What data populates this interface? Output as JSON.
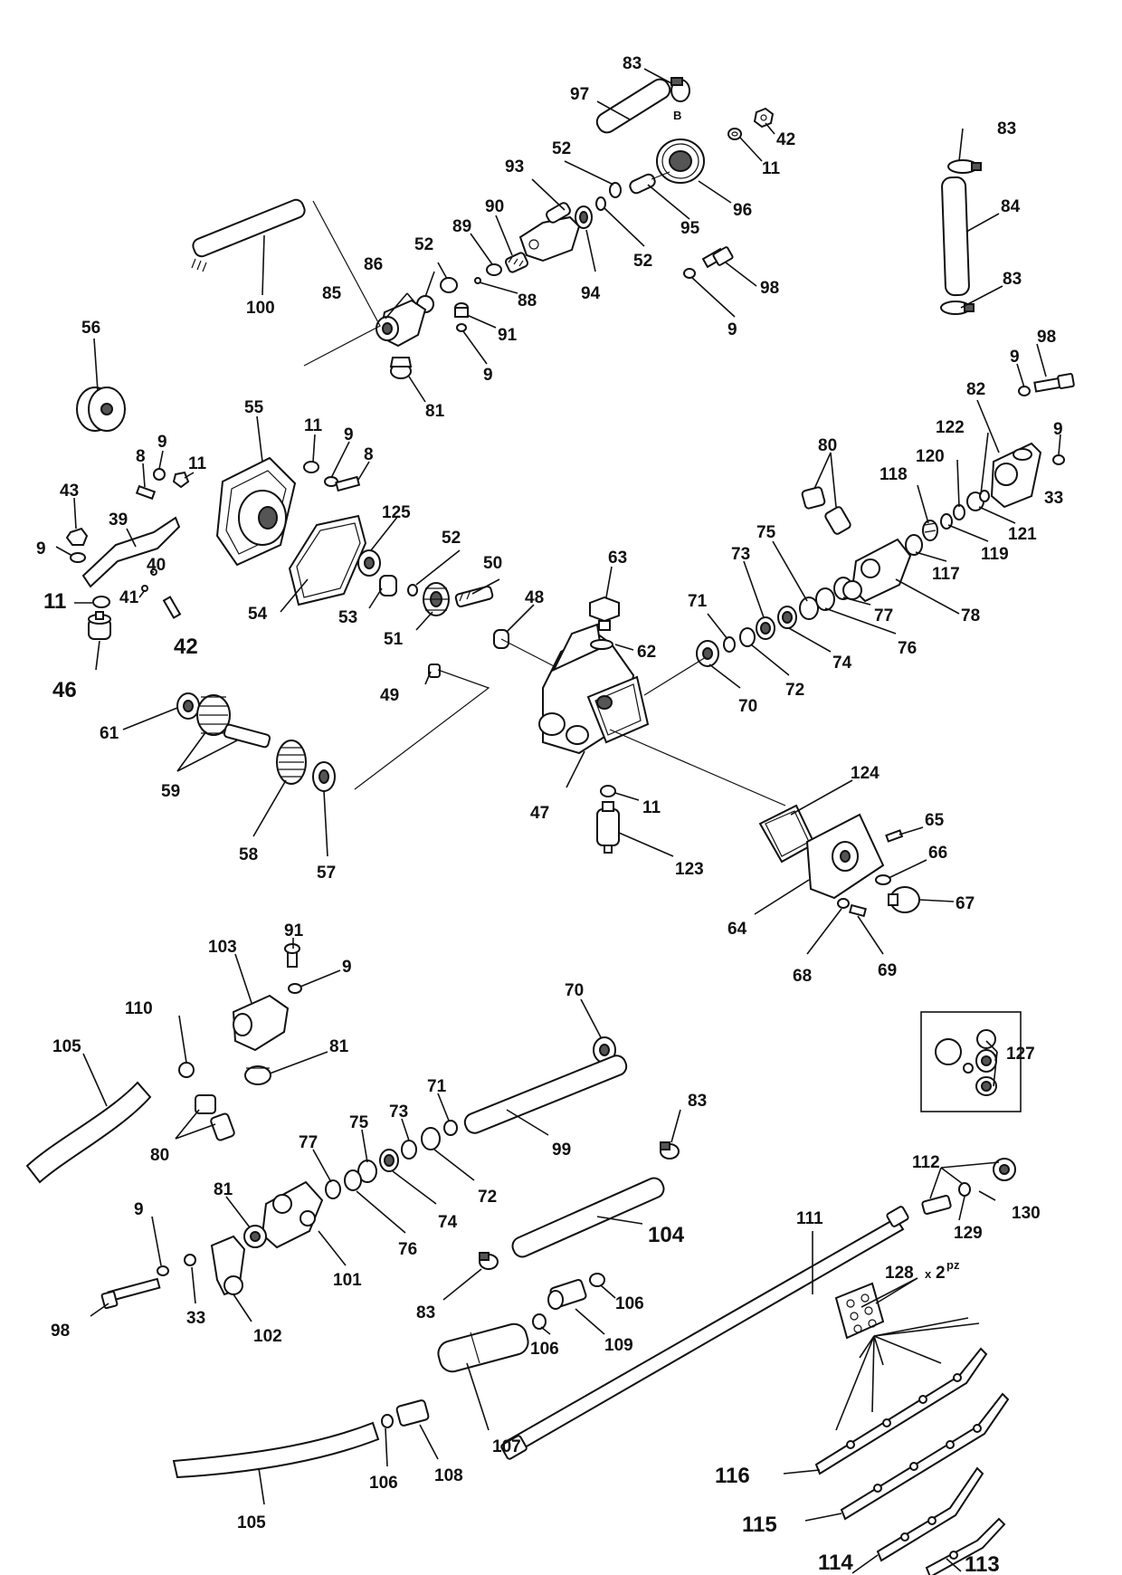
{
  "diagram": {
    "kit_box_label": "127",
    "labels": [
      {
        "id": "83a",
        "text": "83"
      },
      {
        "id": "97",
        "text": "97"
      },
      {
        "id": "B",
        "text": "B"
      },
      {
        "id": "42a",
        "text": "42"
      },
      {
        "id": "11a",
        "text": "11"
      },
      {
        "id": "83b",
        "text": "83"
      },
      {
        "id": "84",
        "text": "84"
      },
      {
        "id": "83c",
        "text": "83"
      },
      {
        "id": "96",
        "text": "96"
      },
      {
        "id": "52a",
        "text": "52"
      },
      {
        "id": "93",
        "text": "93"
      },
      {
        "id": "95",
        "text": "95"
      },
      {
        "id": "52b",
        "text": "52"
      },
      {
        "id": "89",
        "text": "89"
      },
      {
        "id": "90",
        "text": "90"
      },
      {
        "id": "94",
        "text": "94"
      },
      {
        "id": "98a",
        "text": "98"
      },
      {
        "id": "9a",
        "text": "9"
      },
      {
        "id": "52c",
        "text": "52"
      },
      {
        "id": "86",
        "text": "86"
      },
      {
        "id": "88",
        "text": "88"
      },
      {
        "id": "85",
        "text": "85"
      },
      {
        "id": "91a",
        "text": "91"
      },
      {
        "id": "9b",
        "text": "9"
      },
      {
        "id": "100",
        "text": "100"
      },
      {
        "id": "81a",
        "text": "81"
      },
      {
        "id": "56",
        "text": "56"
      },
      {
        "id": "98b",
        "text": "98"
      },
      {
        "id": "9c",
        "text": "9"
      },
      {
        "id": "82",
        "text": "82"
      },
      {
        "id": "9d",
        "text": "9"
      },
      {
        "id": "33a",
        "text": "33"
      },
      {
        "id": "122",
        "text": "122"
      },
      {
        "id": "120",
        "text": "120"
      },
      {
        "id": "118",
        "text": "118"
      },
      {
        "id": "121",
        "text": "121"
      },
      {
        "id": "119",
        "text": "119"
      },
      {
        "id": "117",
        "text": "117"
      },
      {
        "id": "80a",
        "text": "80"
      },
      {
        "id": "55",
        "text": "55"
      },
      {
        "id": "11b",
        "text": "11"
      },
      {
        "id": "9e",
        "text": "9"
      },
      {
        "id": "8a",
        "text": "8"
      },
      {
        "id": "8b",
        "text": "8"
      },
      {
        "id": "9f",
        "text": "9"
      },
      {
        "id": "11c",
        "text": "11"
      },
      {
        "id": "43",
        "text": "43"
      },
      {
        "id": "39",
        "text": "39"
      },
      {
        "id": "9g",
        "text": "9"
      },
      {
        "id": "40",
        "text": "40"
      },
      {
        "id": "41",
        "text": "41"
      },
      {
        "id": "11d",
        "text": "11"
      },
      {
        "id": "42b",
        "text": "42"
      },
      {
        "id": "46",
        "text": "46"
      },
      {
        "id": "125",
        "text": "125"
      },
      {
        "id": "52d",
        "text": "52"
      },
      {
        "id": "54",
        "text": "54"
      },
      {
        "id": "53",
        "text": "53"
      },
      {
        "id": "51",
        "text": "51"
      },
      {
        "id": "50",
        "text": "50"
      },
      {
        "id": "48",
        "text": "48"
      },
      {
        "id": "63",
        "text": "63"
      },
      {
        "id": "62",
        "text": "62"
      },
      {
        "id": "75a",
        "text": "75"
      },
      {
        "id": "73a",
        "text": "73"
      },
      {
        "id": "71a",
        "text": "71"
      },
      {
        "id": "77a",
        "text": "77"
      },
      {
        "id": "78",
        "text": "78"
      },
      {
        "id": "76a",
        "text": "76"
      },
      {
        "id": "74a",
        "text": "74"
      },
      {
        "id": "72a",
        "text": "72"
      },
      {
        "id": "70a",
        "text": "70"
      },
      {
        "id": "49",
        "text": "49"
      },
      {
        "id": "61",
        "text": "61"
      },
      {
        "id": "59",
        "text": "59"
      },
      {
        "id": "58",
        "text": "58"
      },
      {
        "id": "57",
        "text": "57"
      },
      {
        "id": "47",
        "text": "47"
      },
      {
        "id": "11e",
        "text": "11"
      },
      {
        "id": "123",
        "text": "123"
      },
      {
        "id": "124",
        "text": "124"
      },
      {
        "id": "65",
        "text": "65"
      },
      {
        "id": "66",
        "text": "66"
      },
      {
        "id": "67",
        "text": "67"
      },
      {
        "id": "64",
        "text": "64"
      },
      {
        "id": "68",
        "text": "68"
      },
      {
        "id": "69",
        "text": "69"
      },
      {
        "id": "91b",
        "text": "91"
      },
      {
        "id": "103",
        "text": "103"
      },
      {
        "id": "9h",
        "text": "9"
      },
      {
        "id": "70b",
        "text": "70"
      },
      {
        "id": "110",
        "text": "110"
      },
      {
        "id": "81b",
        "text": "81"
      },
      {
        "id": "105a",
        "text": "105"
      },
      {
        "id": "127",
        "text": "127"
      },
      {
        "id": "71b",
        "text": "71"
      },
      {
        "id": "73b",
        "text": "73"
      },
      {
        "id": "75b",
        "text": "75"
      },
      {
        "id": "83d",
        "text": "83"
      },
      {
        "id": "80b",
        "text": "80"
      },
      {
        "id": "99",
        "text": "99"
      },
      {
        "id": "72b",
        "text": "72"
      },
      {
        "id": "77b",
        "text": "77"
      },
      {
        "id": "74b",
        "text": "74"
      },
      {
        "id": "76b",
        "text": "76"
      },
      {
        "id": "81c",
        "text": "81"
      },
      {
        "id": "104",
        "text": "104"
      },
      {
        "id": "112",
        "text": "112"
      },
      {
        "id": "130",
        "text": "130"
      },
      {
        "id": "129",
        "text": "129"
      },
      {
        "id": "111",
        "text": "111"
      },
      {
        "id": "101",
        "text": "101"
      },
      {
        "id": "9i",
        "text": "9"
      },
      {
        "id": "33b",
        "text": "33"
      },
      {
        "id": "98c",
        "text": "98"
      },
      {
        "id": "102",
        "text": "102"
      },
      {
        "id": "83e",
        "text": "83"
      },
      {
        "id": "106a",
        "text": "106"
      },
      {
        "id": "106b",
        "text": "106"
      },
      {
        "id": "109",
        "text": "109"
      },
      {
        "id": "128",
        "text": "128"
      },
      {
        "id": "128x",
        "text": "x"
      },
      {
        "id": "128n",
        "text": "2"
      },
      {
        "id": "128pz",
        "text": "pz"
      },
      {
        "id": "107",
        "text": "107"
      },
      {
        "id": "108",
        "text": "108"
      },
      {
        "id": "106c",
        "text": "106"
      },
      {
        "id": "105b",
        "text": "105"
      },
      {
        "id": "116",
        "text": "116"
      },
      {
        "id": "115",
        "text": "115"
      },
      {
        "id": "113",
        "text": "113"
      },
      {
        "id": "114",
        "text": "114"
      }
    ]
  }
}
